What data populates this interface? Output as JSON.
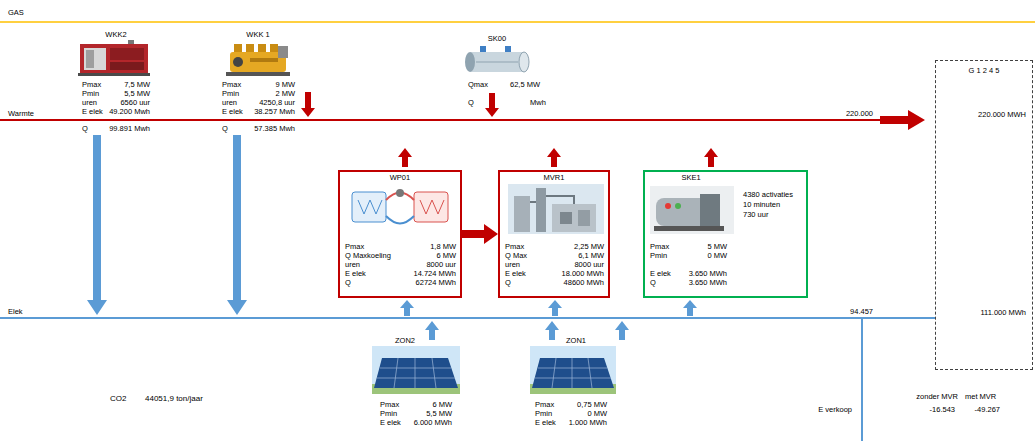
{
  "diagram": {
    "nodes": [
      {
        "text": [
          "WP01",
          "Pmax",
          "1,8 MW",
          "Q Maxkoeling",
          "6 MW",
          "uren",
          "8000 uur",
          "E elek",
          "14.724 MWh",
          "Q",
          "62724 MWh"
        ]
      },
      {
        "text": [
          "MVR1",
          "Pmax",
          "2,25 MW",
          "Q Max",
          "6,1 MW",
          "uren",
          "8000 uur",
          "E elek",
          "18.000 MWh",
          "Q",
          "48600 MWh"
        ]
      },
      {
        "text": [
          "SKE1",
          "4380 activaties",
          "10 minuten",
          "730 uur",
          "Pmax",
          "5 MW",
          "Pmin",
          "0 MW",
          "E elek",
          "3.650 MWh",
          "Q",
          "3.650 MWh"
        ]
      },
      {
        "text": [
          "G 1 2 4 5",
          "220.000 MWH",
          "111.000 MWh"
        ]
      }
    ],
    "edges": [
      {
        "from": 0,
        "to": 1,
        "arrow": "to"
      }
    ],
    "labels": [
      "GAS",
      "WKK2",
      "Pmax",
      "7,5 MW",
      "Pmin",
      "5,5 MW",
      "uren",
      "6560 uur",
      "E elek",
      "49.200 Mwh",
      "Q",
      "99.891 Mwh",
      "WKK 1",
      "Pmax",
      "9 MW",
      "Pmin",
      "2 MW",
      "uren",
      "4250,8 uur",
      "E elek",
      "38.257 Mwh",
      "Q",
      "57.385 Mwh",
      "SK00",
      "Qmax",
      "62,5 MW",
      "Q",
      "Mwh",
      "Warmte",
      "220.000",
      "Elek",
      "94.457",
      "ZON2",
      "Pmax",
      "6 MW",
      "Pmin",
      "5,5 MW",
      "E elek",
      "6.000 MWh",
      "ZON1",
      "Pmax",
      "0,75 MW",
      "Pmin",
      "0 MW",
      "E elek",
      "1.000 MWh",
      "CO2",
      "44051,9 ton/jaar",
      "zonder MVR",
      "met MVR",
      "E verkoop",
      "-16.543",
      "-49.267"
    ]
  }
}
